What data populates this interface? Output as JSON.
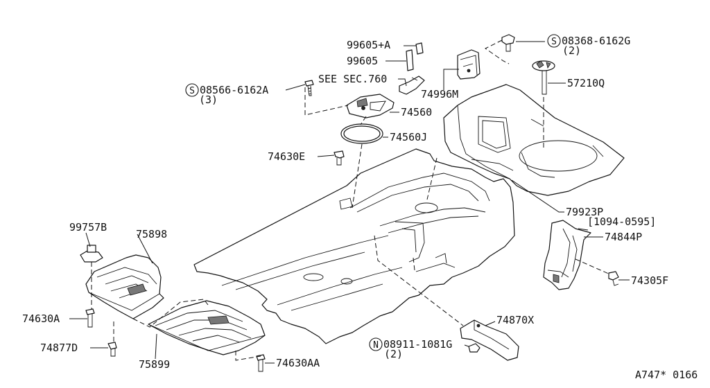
{
  "callouts": {
    "p99605a": "99605+A",
    "p99605": "99605",
    "see_sec": "SEE SEC.760",
    "p08566": "08566-6162A",
    "p08566_qty": "(3)",
    "p08368": "08368-6162G",
    "p08368_qty": "(2)",
    "p74996m": "74996M",
    "p57210q": "57210Q",
    "p74560": "74560",
    "p74560j": "74560J",
    "p74630e": "74630E",
    "p79923p": "79923P",
    "p79923p_range": "[1094-0595]",
    "p74844p": "74844P",
    "p74305f": "74305F",
    "p99757b": "99757B",
    "p75898": "75898",
    "p74630a": "74630A",
    "p74877d": "74877D",
    "p75899": "75899",
    "p74630aa": "74630AA",
    "p08911": "08911-1081G",
    "p08911_qty": "(2)",
    "p74870x": "74870X"
  },
  "symbols": {
    "bolt_s": "S",
    "nut_n": "N"
  },
  "footer": {
    "ref": "A747* 0166"
  }
}
